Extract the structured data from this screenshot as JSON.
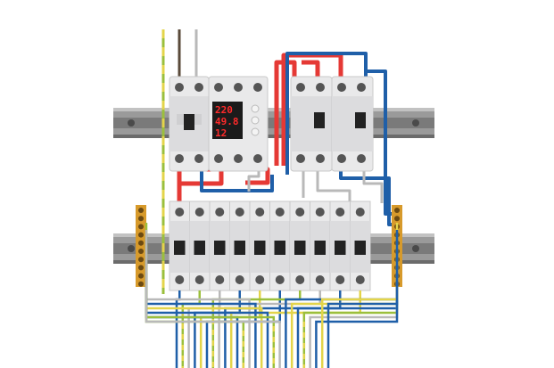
{
  "meter": {
    "voltage": "220",
    "frequency": "49.8",
    "current": "12"
  },
  "breakers": {
    "group_count": 10
  },
  "colors": {
    "live": "#e53935",
    "neutral": "#1f5fa8",
    "earth_green": "#9bbf3c",
    "earth_yellow": "#e3d44a",
    "grey_wire": "#b9b9b9",
    "brown_wire": "#5a4a3a",
    "din_rail": "#8c8c8c",
    "module_body": "#e9e9ea",
    "display_bg": "#1b1b1b",
    "bus_brass": "#d79a2b"
  }
}
